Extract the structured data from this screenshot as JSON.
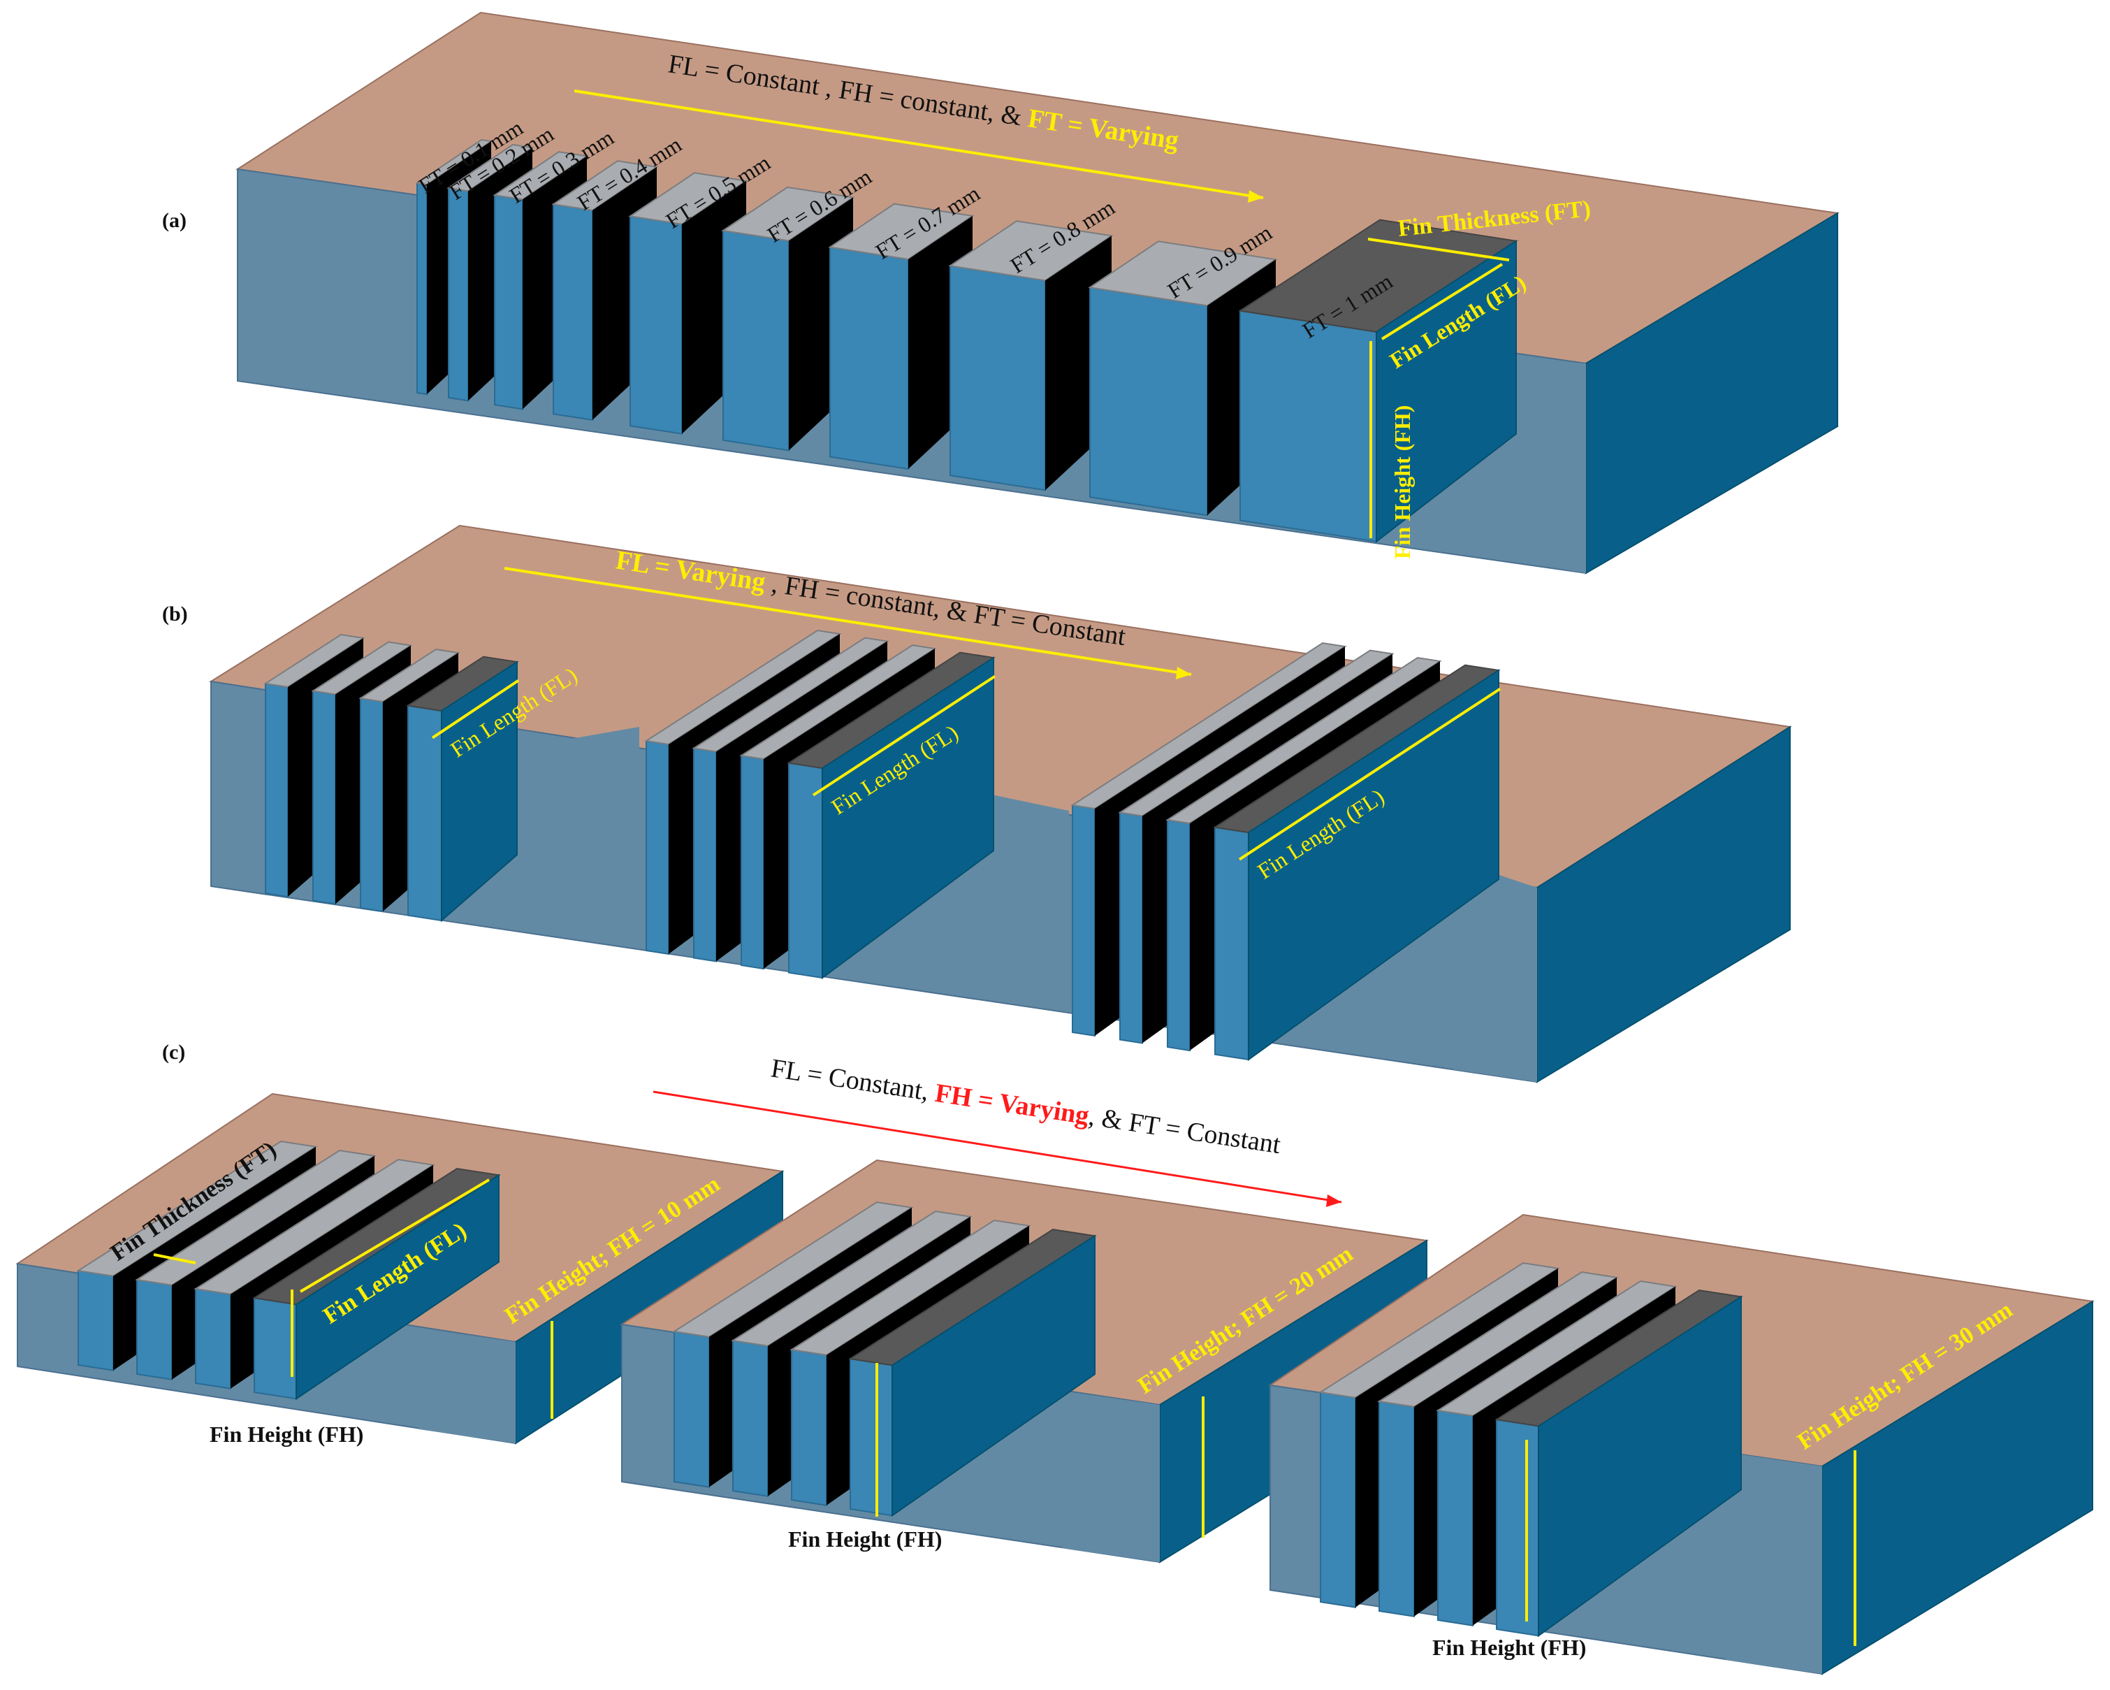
{
  "panels": {
    "a": {
      "label": "(a)",
      "header": {
        "part1": "FL = Constant , FH =  constant, & ",
        "part2": "FT = Varying"
      },
      "fin_labels": [
        "FT = 0.1 mm",
        "FT = 0.2 mm",
        "FT = 0.3 mm",
        "FT = 0.4 mm",
        "FT = 0.5 mm",
        "FT = 0.6 mm",
        "FT = 0.7 mm",
        "FT = 0.8 mm",
        "FT = 0.9 mm",
        "FT = 1 mm"
      ],
      "fin_thickness_label": "Fin Thickness (FT)",
      "fin_length_label": "Fin Length (FL)",
      "fin_height_label": "Fin Height (FH)"
    },
    "b": {
      "label": "(b)",
      "header": {
        "part1": "FL = Varying",
        "part2": " , FH =  constant, & FT = Constant"
      },
      "fin_length_label": "Fin Length (FL)"
    },
    "c": {
      "label": "(c)",
      "header": {
        "part1": "FL = Constant, ",
        "part2": "FH =  Varying",
        "part3": ", & FT = Constant"
      },
      "fin_thickness_label": "Fin Thickness (FT)",
      "fin_length_label": "Fin Length (FL)",
      "fh_labels": [
        "Fin Height; FH = 10 mm",
        "Fin Height; FH = 20 mm",
        "Fin Height; FH = 30 mm"
      ],
      "bottom_label": "Fin Height (FH)"
    }
  },
  "colors": {
    "base_top": "#c59a84",
    "base_front": "#638aa4",
    "base_right": "#08608a",
    "fin_front": "#3a86b4",
    "fin_top": "#a9acb0",
    "annotation_yellow": "#ffee00",
    "annotation_red": "#ff1a1a"
  }
}
